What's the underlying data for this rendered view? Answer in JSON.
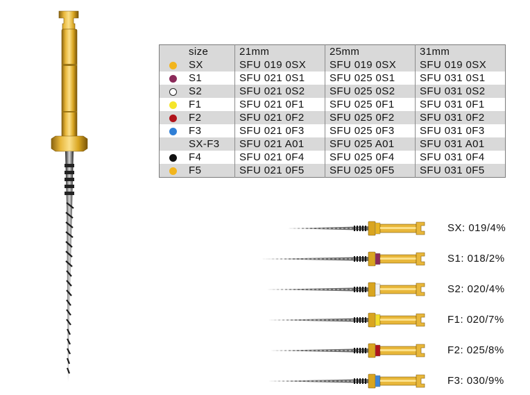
{
  "table": {
    "headers": [
      "",
      "size",
      "21mm",
      "25mm",
      "31mm"
    ],
    "rows": [
      {
        "dot": "#f2b51d",
        "dot_style": "filled",
        "size": "SX",
        "c21": "SFU 019 0SX",
        "c25": "SFU 019 0SX",
        "c31": "SFU 019 0SX"
      },
      {
        "dot": "#8b2a5a",
        "dot_style": "filled",
        "size": "S1",
        "c21": "SFU 021 0S1",
        "c25": "SFU 025 0S1",
        "c31": "SFU 031 0S1"
      },
      {
        "dot": "#ffffff",
        "dot_style": "outline",
        "size": "S2",
        "c21": "SFU 021 0S2",
        "c25": "SFU 025 0S2",
        "c31": "SFU 031 0S2"
      },
      {
        "dot": "#f5e52a",
        "dot_style": "filled",
        "size": "F1",
        "c21": "SFU 021 0F1",
        "c25": "SFU 025 0F1",
        "c31": "SFU 031 0F1"
      },
      {
        "dot": "#b0131b",
        "dot_style": "filled",
        "size": "F2",
        "c21": "SFU 021 0F2",
        "c25": "SFU 025 0F2",
        "c31": "SFU 031 0F2"
      },
      {
        "dot": "#2f7fd6",
        "dot_style": "filled",
        "size": "F3",
        "c21": "SFU 021 0F3",
        "c25": "SFU 025 0F3",
        "c31": "SFU 031 0F3"
      },
      {
        "dot": "",
        "dot_style": "none",
        "size": "SX-F3",
        "c21": "SFU 021 A01",
        "c25": "SFU 025 A01",
        "c31": "SFU 031 A01"
      },
      {
        "dot": "#111111",
        "dot_style": "filled",
        "size": "F4",
        "c21": "SFU 021 0F4",
        "c25": "SFU 025 0F4",
        "c31": "SFU 031 0F4"
      },
      {
        "dot": "#f2b51d",
        "dot_style": "filled",
        "size": "F5",
        "c21": "SFU 021 0F5",
        "c25": "SFU 025 0F5",
        "c31": "SFU 031 0F5"
      }
    ]
  },
  "files": [
    {
      "label": "SX: 019/4%",
      "ring_color": "#e8b423"
    },
    {
      "label": "S1: 018/2%",
      "ring_color": "#8b2a5a"
    },
    {
      "label": "S2: 020/4%",
      "ring_color": "#f2f2f2"
    },
    {
      "label": "F1: 020/7%",
      "ring_color": "#f3dd2c"
    },
    {
      "label": "F2: 025/8%",
      "ring_color": "#b0131b"
    },
    {
      "label": "F3: 030/9%",
      "ring_color": "#3d86d8"
    }
  ],
  "colors": {
    "gold": "#d9a520",
    "gold_light": "#f6d766",
    "gold_dark": "#8a6310",
    "steel": "#3a3a3a"
  }
}
